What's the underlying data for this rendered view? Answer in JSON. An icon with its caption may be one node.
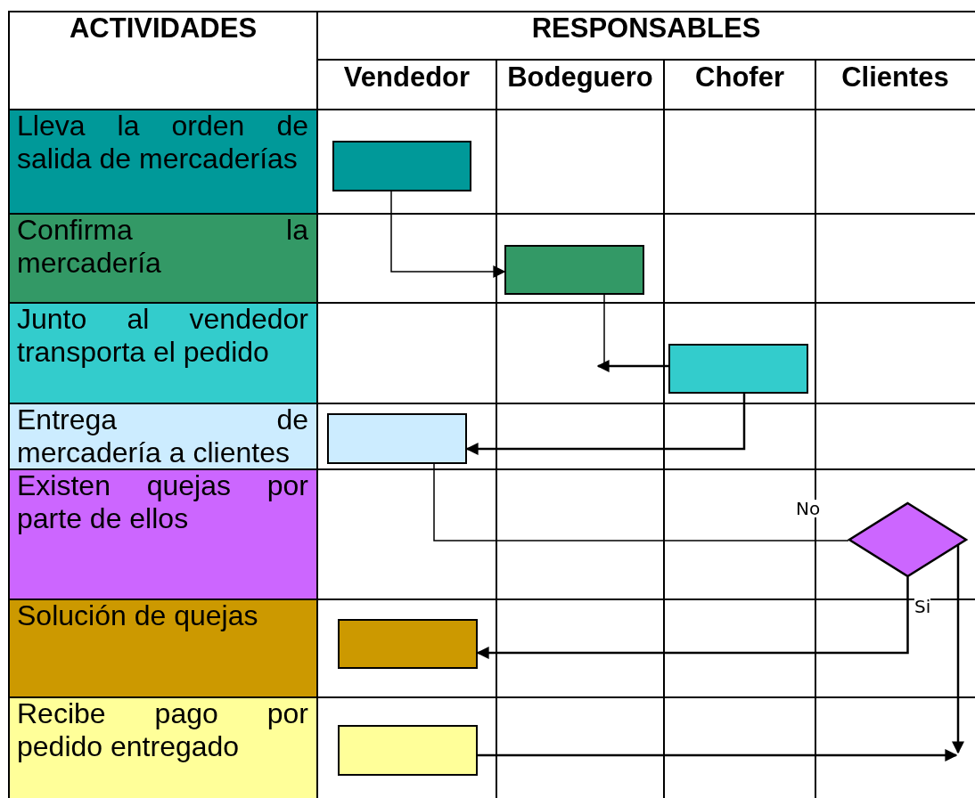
{
  "diagram": {
    "nodes": [
      {
        "text": [
          "Lleva la orden de salida de mercaderías"
        ]
      },
      {
        "text": [
          "Confirma la mercadería"
        ]
      },
      {
        "text": [
          "Junto al vendedor transporta el pedido"
        ]
      },
      {
        "text": [
          "Entrega de mercadería a clientes"
        ]
      },
      {
        "text": [
          "Existen quejas por parte de ellos"
        ]
      },
      {
        "text": [
          "Solución de quejas"
        ]
      },
      {
        "text": [
          "Recibe pago por pedido entregado"
        ]
      },
      {
        "text": [],
        "shape": "box"
      },
      {
        "text": [],
        "shape": "box"
      },
      {
        "text": [],
        "shape": "box"
      },
      {
        "text": [],
        "shape": "box"
      },
      {
        "text": [],
        "shape": "diamond"
      },
      {
        "text": [],
        "shape": "box"
      },
      {
        "text": [],
        "shape": "box"
      }
    ],
    "edges": [
      {
        "from": 7,
        "to": 8,
        "arrow": "to"
      },
      {
        "from": 8,
        "to": null,
        "arrow": "none"
      },
      {
        "from": 9,
        "to": null,
        "arrow": "to"
      },
      {
        "from": 9,
        "to": 10,
        "arrow": "to"
      },
      {
        "from": 10,
        "to": 11,
        "arrow": "none",
        "label": "No"
      },
      {
        "from": 11,
        "to": 12,
        "arrow": "to",
        "label": "Si"
      },
      {
        "from": 11,
        "to": null,
        "arrow": "to"
      },
      {
        "from": 13,
        "to": null,
        "arrow": "to"
      }
    ],
    "labels": [
      "ACTIVIDADES",
      "RESPONSABLES",
      "Vendedor",
      "Bodeguero",
      "Chofer",
      "Clientes"
    ]
  }
}
